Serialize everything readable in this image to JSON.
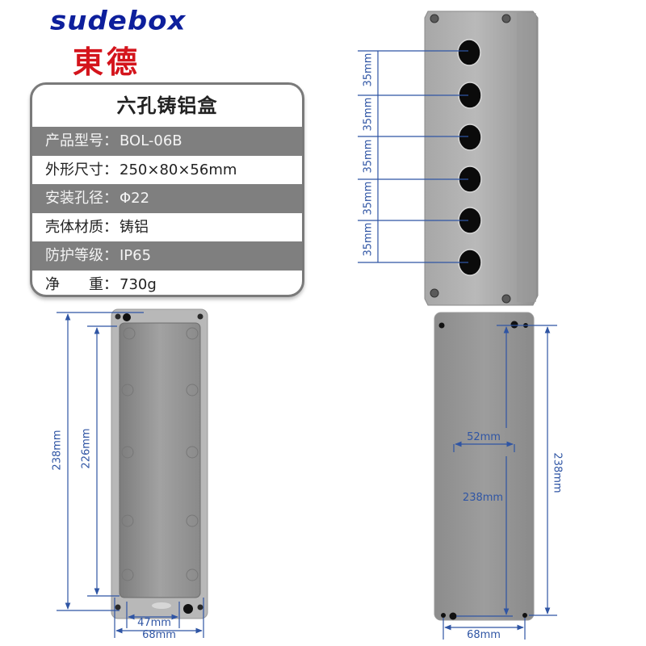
{
  "brand": {
    "name_en": "sudebox",
    "name_cn": "東德",
    "colors": {
      "en": "#0d1f9c",
      "cn": "#d4141c"
    }
  },
  "spec_card": {
    "title": "六孔铸铝盒",
    "rows": [
      {
        "label": "产品型号：",
        "value": "BOL-06B",
        "shaded": true
      },
      {
        "label": "外形尺寸：",
        "value": "250×80×56mm",
        "shaded": false
      },
      {
        "label": "安装孔径：",
        "value": "Φ22",
        "shaded": true
      },
      {
        "label": "壳体材质：",
        "value": "铸铝",
        "shaded": false
      },
      {
        "label": "防护等级：",
        "value": "IP65",
        "shaded": true
      },
      {
        "label": "净　　重：",
        "value": "730g",
        "shaded": false
      }
    ]
  },
  "front_view": {
    "hole_spacing_labels": [
      "35mm",
      "35mm",
      "35mm",
      "35mm",
      "35mm"
    ],
    "hole_count": 6
  },
  "interior_view": {
    "outer_height": "238mm",
    "inner_height": "226mm",
    "inner_width": "47mm",
    "outer_width": "68mm"
  },
  "back_view": {
    "hole_spacing_width": "52mm",
    "hole_spacing_height": "238mm",
    "outer_height": "238mm",
    "outer_width": "68mm"
  },
  "dimension_color": "#2f55a4"
}
